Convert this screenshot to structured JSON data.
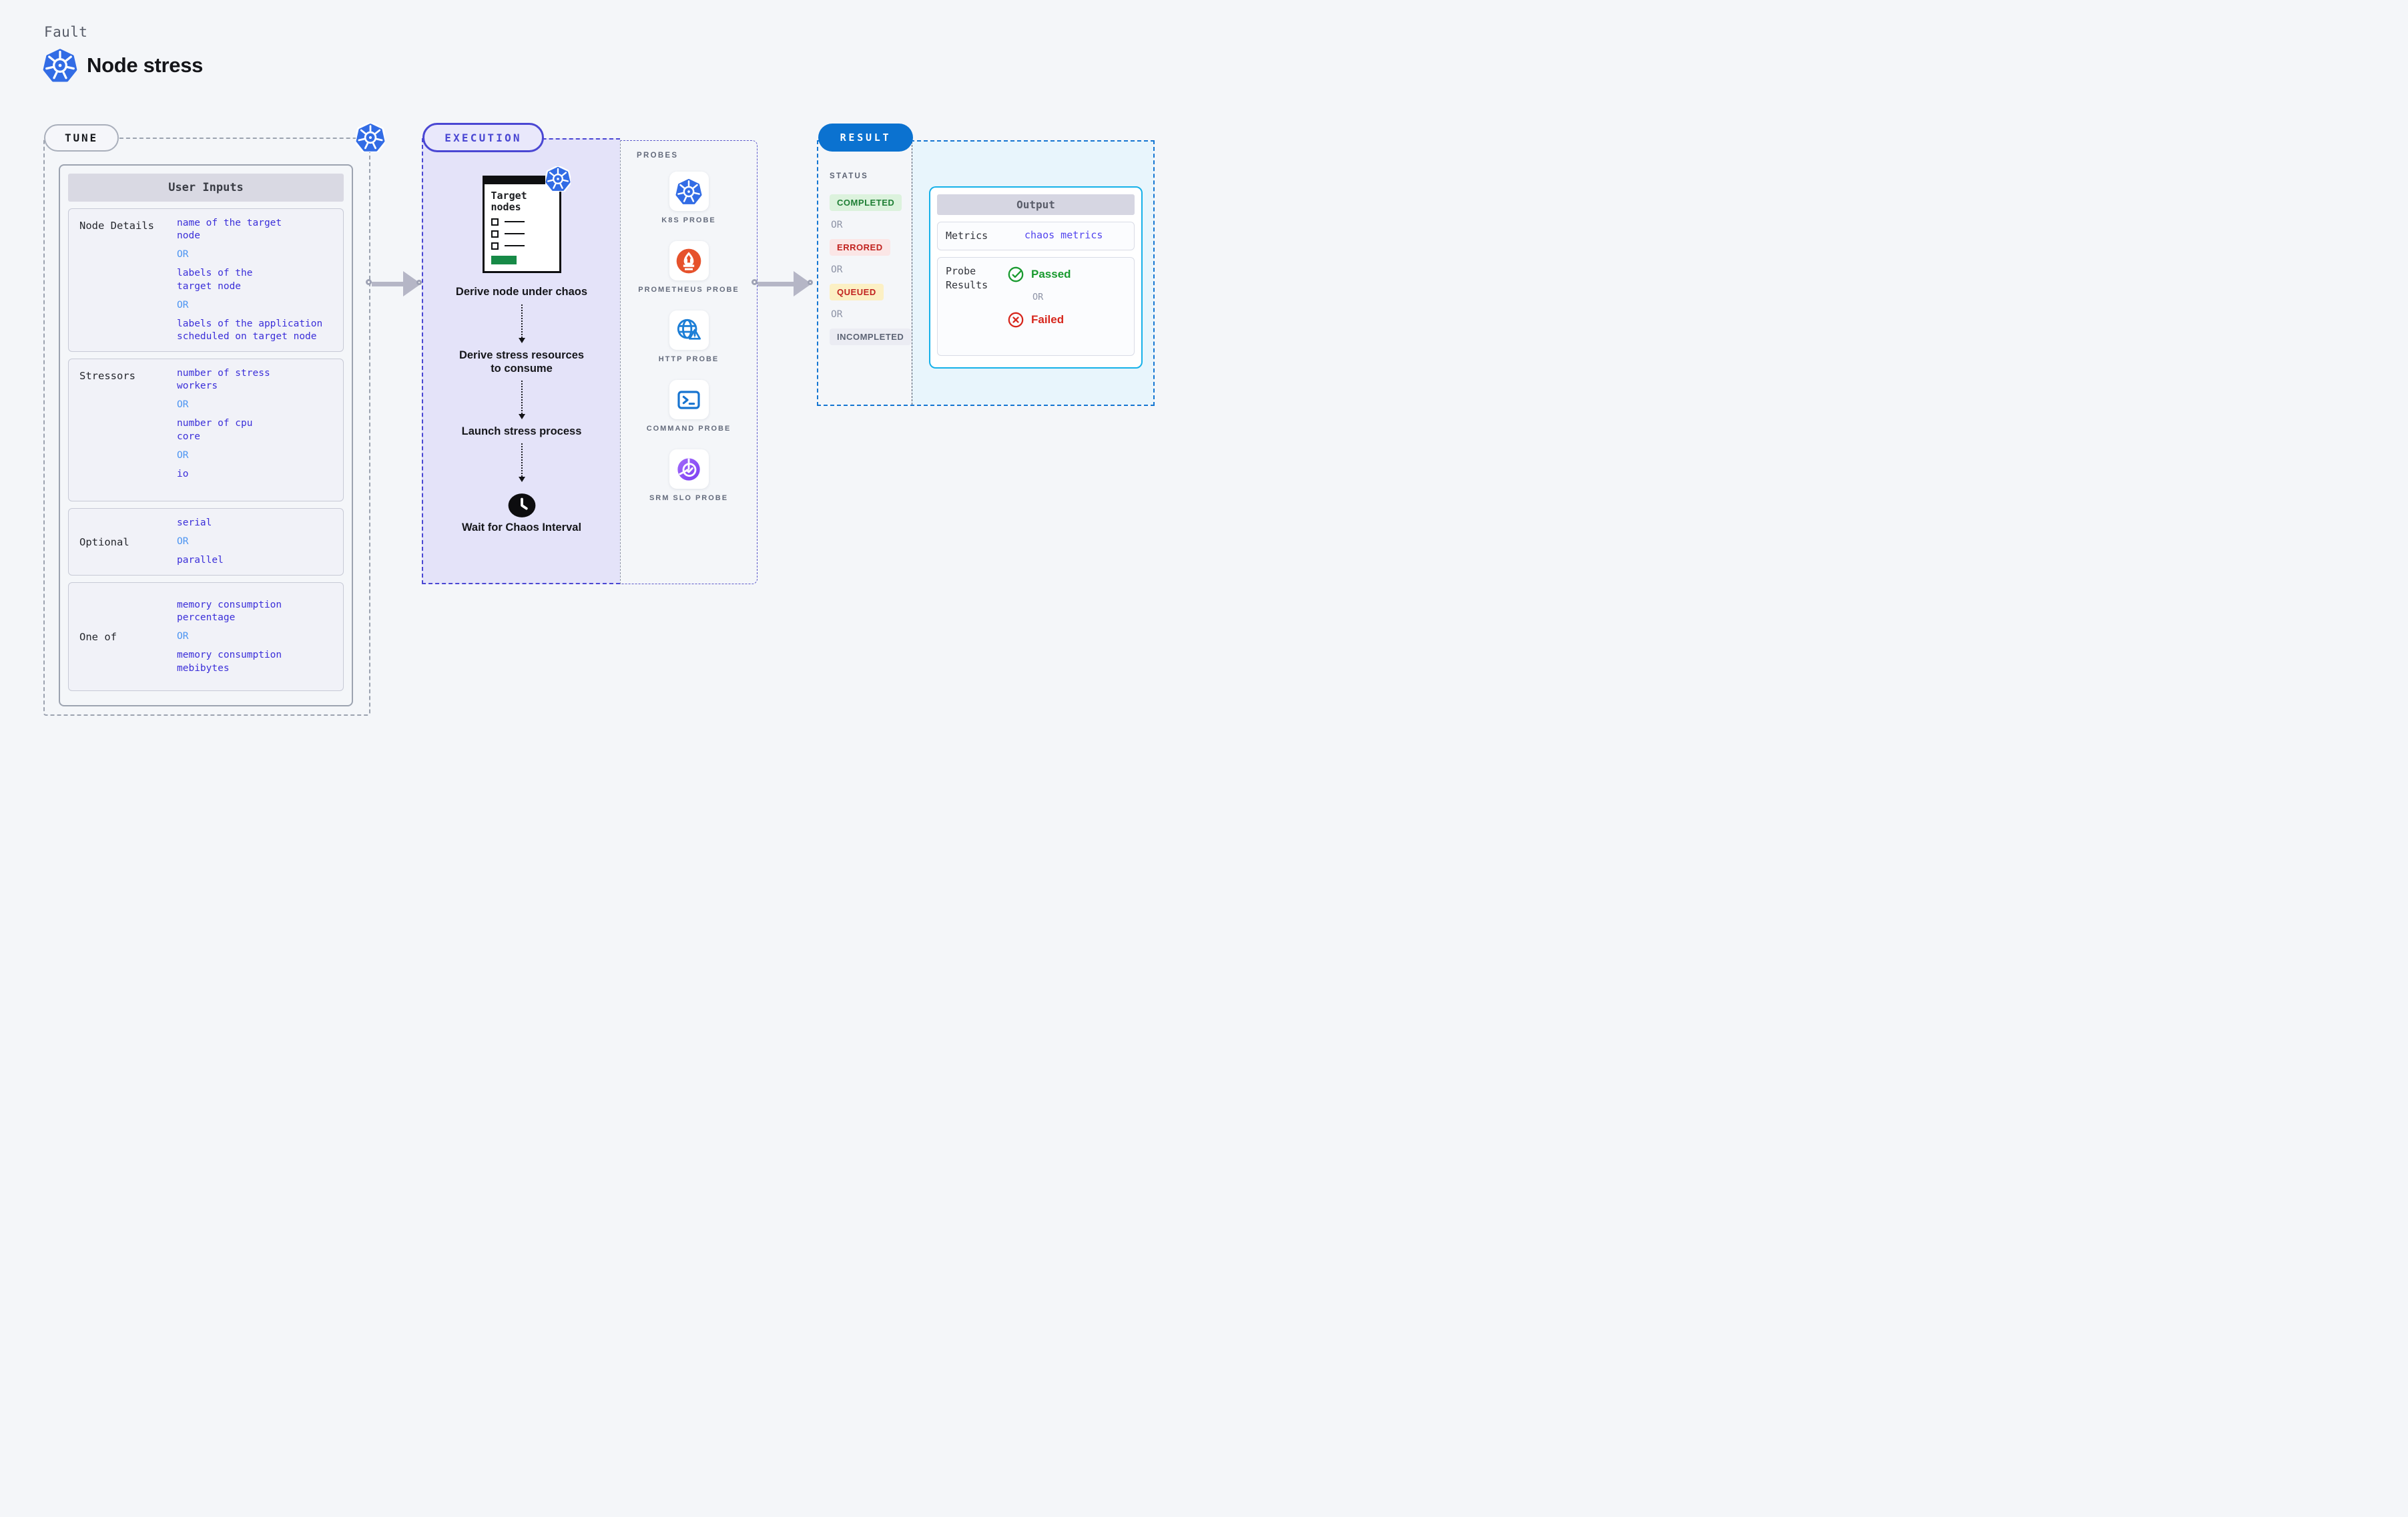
{
  "page": {
    "kicker": "Fault",
    "title": "Node stress",
    "title_icon": "kubernetes-icon"
  },
  "tune": {
    "label": "TUNE",
    "corner_icon": "kubernetes-icon",
    "table_title": "User Inputs",
    "rows": [
      {
        "label": "Node Details",
        "values": [
          "name of the target\nnode",
          "OR",
          "labels of the\ntarget node",
          "OR",
          "labels of the application\nscheduled on target node"
        ]
      },
      {
        "label": "Stressors",
        "values": [
          "number of stress\nworkers",
          "OR",
          "number of cpu\ncore",
          "OR",
          "io"
        ]
      },
      {
        "label": "Optional",
        "values": [
          "serial",
          "OR",
          "parallel"
        ]
      },
      {
        "label": "One of",
        "values": [
          "memory consumption\npercentage",
          "OR",
          "memory consumption\nmebibytes"
        ]
      }
    ]
  },
  "execution": {
    "label": "EXECUTION",
    "card_title": "Target nodes",
    "card_icon": "kubernetes-icon",
    "steps": [
      "Derive node under chaos",
      "Derive stress resources to consume",
      "Launch stress process",
      "Wait for Chaos Interval"
    ],
    "wait_icon": "clock-icon"
  },
  "probes": {
    "label": "PROBES",
    "items": [
      {
        "name": "K8S PROBE",
        "icon": "kubernetes-icon"
      },
      {
        "name": "PROMETHEUS PROBE",
        "icon": "prometheus-icon"
      },
      {
        "name": "HTTP PROBE",
        "icon": "http-globe-warning-icon"
      },
      {
        "name": "COMMAND PROBE",
        "icon": "terminal-icon"
      },
      {
        "name": "SRM SLO PROBE",
        "icon": "srm-slo-pie-check-icon"
      }
    ]
  },
  "result": {
    "label": "RESULT",
    "status_title": "STATUS",
    "statuses": [
      {
        "text": "COMPLETED",
        "type": "completed"
      },
      {
        "text": "OR"
      },
      {
        "text": "ERRORED",
        "type": "errored"
      },
      {
        "text": "OR"
      },
      {
        "text": "QUEUED",
        "type": "queued"
      },
      {
        "text": "OR"
      },
      {
        "text": "INCOMPLETED",
        "type": "incompleted"
      }
    ],
    "output": {
      "title": "Output",
      "metrics_label": "Metrics",
      "metrics_value": "chaos metrics",
      "probe_results_label": "Probe\nResults",
      "passed_label": "Passed",
      "passed_icon": "check-circle-icon",
      "or_label": "OR",
      "failed_label": "Failed",
      "failed_icon": "x-circle-icon"
    }
  },
  "colors": {
    "kubernetes_blue": "#326CE5",
    "accent_indigo": "#4A47D3",
    "execution_bg": "#E4E3F9",
    "result_blue": "#0B72D0",
    "output_border_cyan": "#16B1E9",
    "output_bg": "#E8F5FC",
    "value_text_indigo": "#3B2FD9",
    "or_text_blue": "#4B94F2",
    "completed_green": "#1E7E34",
    "errored_red": "#C1221F",
    "queued_bg_yellow": "#FCF0C4",
    "incompleted_gray": "#5D6475",
    "passed_green": "#189A2E",
    "failed_red": "#D7271D",
    "prometheus_orange": "#E6522C",
    "arrow_gray": "#B5B6C6"
  }
}
